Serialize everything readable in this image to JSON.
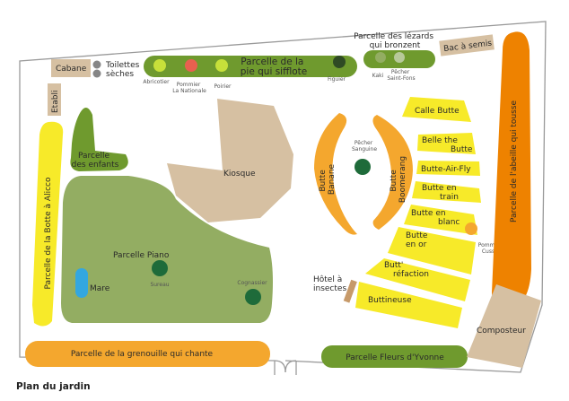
{
  "colors": {
    "green": "#6f9a2e",
    "light_green": "#93ad62",
    "dark_green": "#1e6b3a",
    "yellow": "#f7ea29",
    "orange": "#f4a72e",
    "deep_orange": "#ee8200",
    "tan": "#d6c0a2",
    "blue": "#33a7e0",
    "red": "#e8604f",
    "grey": "#868686"
  },
  "caption": "Plan du jardin",
  "areas": {
    "cabane": "Cabane",
    "toilettes": [
      "Toilettes",
      "sèches"
    ],
    "etabli": "Etabli",
    "pie": [
      "Parcelle de la",
      "pie qui sifflote"
    ],
    "lezards": [
      "Parcelle des lézards",
      "qui bronzent"
    ],
    "bac_semis": "Bac à semis",
    "enfants": [
      "Parcelle",
      "des enfants"
    ],
    "kiosque": "Kiosque",
    "botte_alicco": "Parcelle de la Botte à Alicco",
    "piano": "Parcelle Piano",
    "mare": "Mare",
    "grenouille": "Parcelle de la grenouille qui chante",
    "fleurs_yvonne": "Parcelle Fleurs d'Yvonne",
    "butte_banane": [
      "Butte",
      "Banane"
    ],
    "butte_boomerang": [
      "Butte",
      "Boomerang"
    ],
    "calle_butte": "Calle Butte",
    "belle_the_butte": [
      "Belle the",
      "Butte"
    ],
    "butte_air_fly": "Butte-Air-Fly",
    "butte_en_train": [
      "Butte en",
      "train"
    ],
    "butte_en_blanc": [
      "Butte en",
      "blanc"
    ],
    "butte_en_or": [
      "Butte",
      "en or"
    ],
    "butt_reflection": [
      "Butt'",
      "réfaction"
    ],
    "buttineuse": "Buttineuse",
    "hotel_insectes": [
      "Hôtel à",
      "insectes"
    ],
    "abeille": "Parcelle de l'abeille qui tousse",
    "composteur": "Composteur"
  },
  "trees": {
    "abricotier": "Abricotier",
    "pommier": [
      "Pommier",
      "La Nationale"
    ],
    "poirier": "Poirier",
    "figuier": "Figuier",
    "kaki": "Kaki",
    "pecher_saint_fons": [
      "Pêcher",
      "Saint-Fons"
    ],
    "pecher_sanguine": [
      "Pêcher",
      "Sanguine"
    ],
    "sureau": "Sureau",
    "cognassier": "Cognassier",
    "pommier_cusset": [
      "Pommier",
      "Cusset"
    ]
  }
}
